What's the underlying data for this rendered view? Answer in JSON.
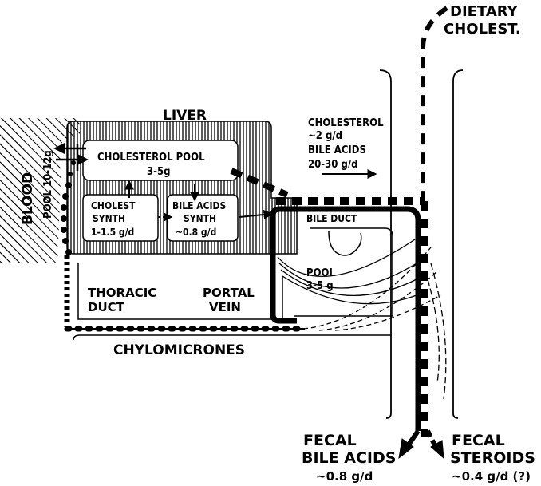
{
  "labels": {
    "dietary1": "DIETARY",
    "dietary2": "CHOLEST.",
    "liver": "LIVER",
    "blood": "BLOOD",
    "blood_pool": "POOL 10-12g",
    "chol_pool1": "CHOLESTEROL POOL",
    "chol_pool2": "3-5g",
    "cholest_synth1": "CHOLEST",
    "cholest_synth2": "SYNTH",
    "cholest_synth3": "1-1.5 g/d",
    "bile_synth1": "BILE ACIDS",
    "bile_synth2": "SYNTH",
    "bile_synth3": "~0.8 g/d",
    "cholesterol_flux1": "CHOLESTEROL",
    "cholesterol_flux2": "~2 g/d",
    "bile_flux1": "BILE ACIDS",
    "bile_flux2": "20-30 g/d",
    "bile_duct": "BILE DUCT",
    "pool1": "POOL",
    "pool2": "3-5 g",
    "thoracic1": "THORACIC",
    "thoracic2": "DUCT",
    "portal1": "PORTAL",
    "portal2": "VEIN",
    "chylomicrones": "CHYLOMICRONES",
    "fecal_bile1": "FECAL",
    "fecal_bile2": "BILE ACIDS",
    "fecal_bile3": "~0.8 g/d",
    "fecal_ster1": "FECAL",
    "fecal_ster2": "STEROIDS",
    "fecal_ster3": "~0.4 g/d (?)"
  }
}
